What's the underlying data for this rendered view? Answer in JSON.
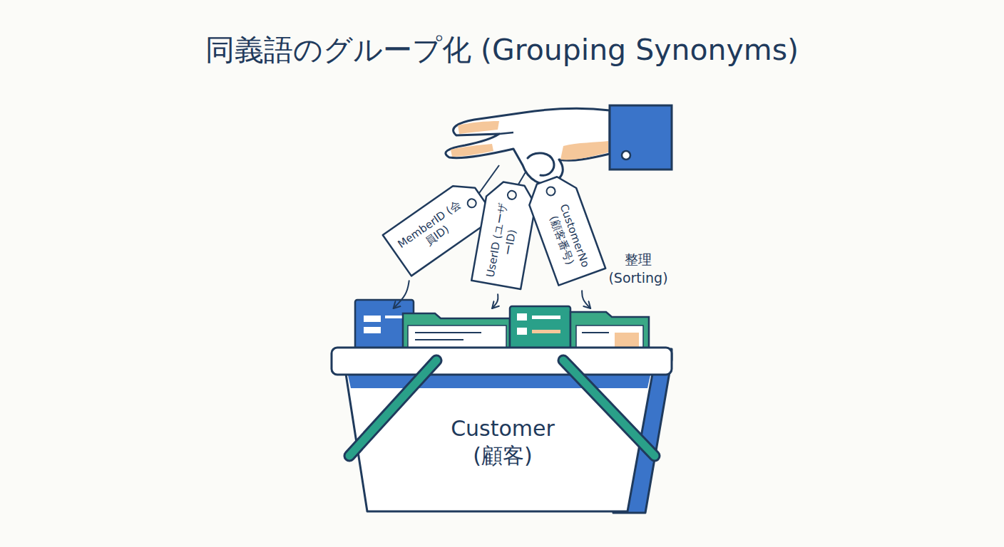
{
  "diagram": {
    "title": "同義語のグループ化 (Grouping Synonyms)",
    "nodes": [
      {
        "text": [
          "MemberID (会員ID)"
        ]
      },
      {
        "text": [
          "UserID (ユーザーID)"
        ]
      },
      {
        "text": [
          "CustomerNo (顧客番号)"
        ]
      },
      {
        "text": [
          "Customer (顧客)"
        ]
      }
    ],
    "edges": [
      {
        "from": 0,
        "to": 3,
        "arrow": "to"
      },
      {
        "from": 1,
        "to": 3,
        "arrow": "to"
      },
      {
        "from": 2,
        "to": 3,
        "arrow": "to"
      }
    ],
    "labels": [
      "整理 (Sorting)"
    ]
  }
}
